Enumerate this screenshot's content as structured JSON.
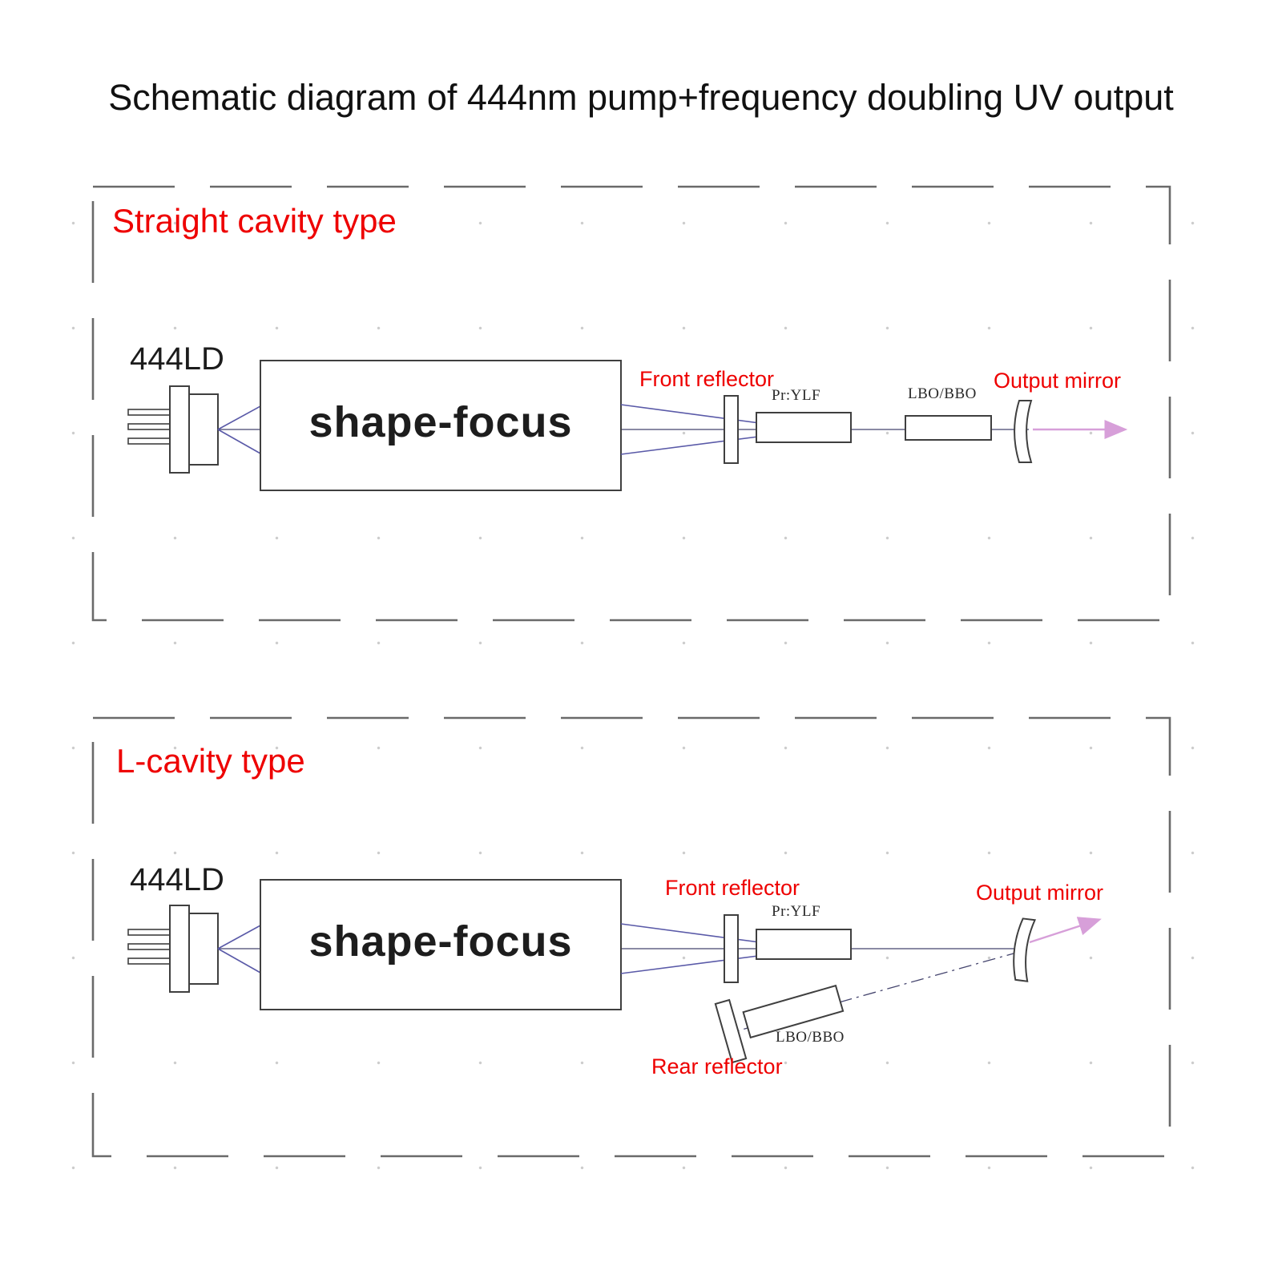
{
  "title": "Schematic diagram of 444nm pump+frequency doubling UV output",
  "colors": {
    "label_red": "#ee0000",
    "beam_blue": "#5a5aa8",
    "beam_pink": "#d79fd9",
    "component_stroke": "#3f3f3f",
    "background": "#ffffff"
  },
  "panels": [
    {
      "id": "straight",
      "label": "Straight cavity type",
      "ld_label": "444LD",
      "box_label": "shape-focus",
      "front_reflector_label": "Front reflector",
      "crystal_label": "Pr:YLF",
      "shg_label": "LBO/BBO",
      "output_mirror_label": "Output mirror"
    },
    {
      "id": "l_cavity",
      "label": "L-cavity type",
      "ld_label": "444LD",
      "box_label": "shape-focus",
      "front_reflector_label": "Front reflector",
      "crystal_label": "Pr:YLF",
      "shg_label": "LBO/BBO",
      "output_mirror_label": "Output mirror",
      "rear_reflector_label": "Rear reflector"
    }
  ]
}
